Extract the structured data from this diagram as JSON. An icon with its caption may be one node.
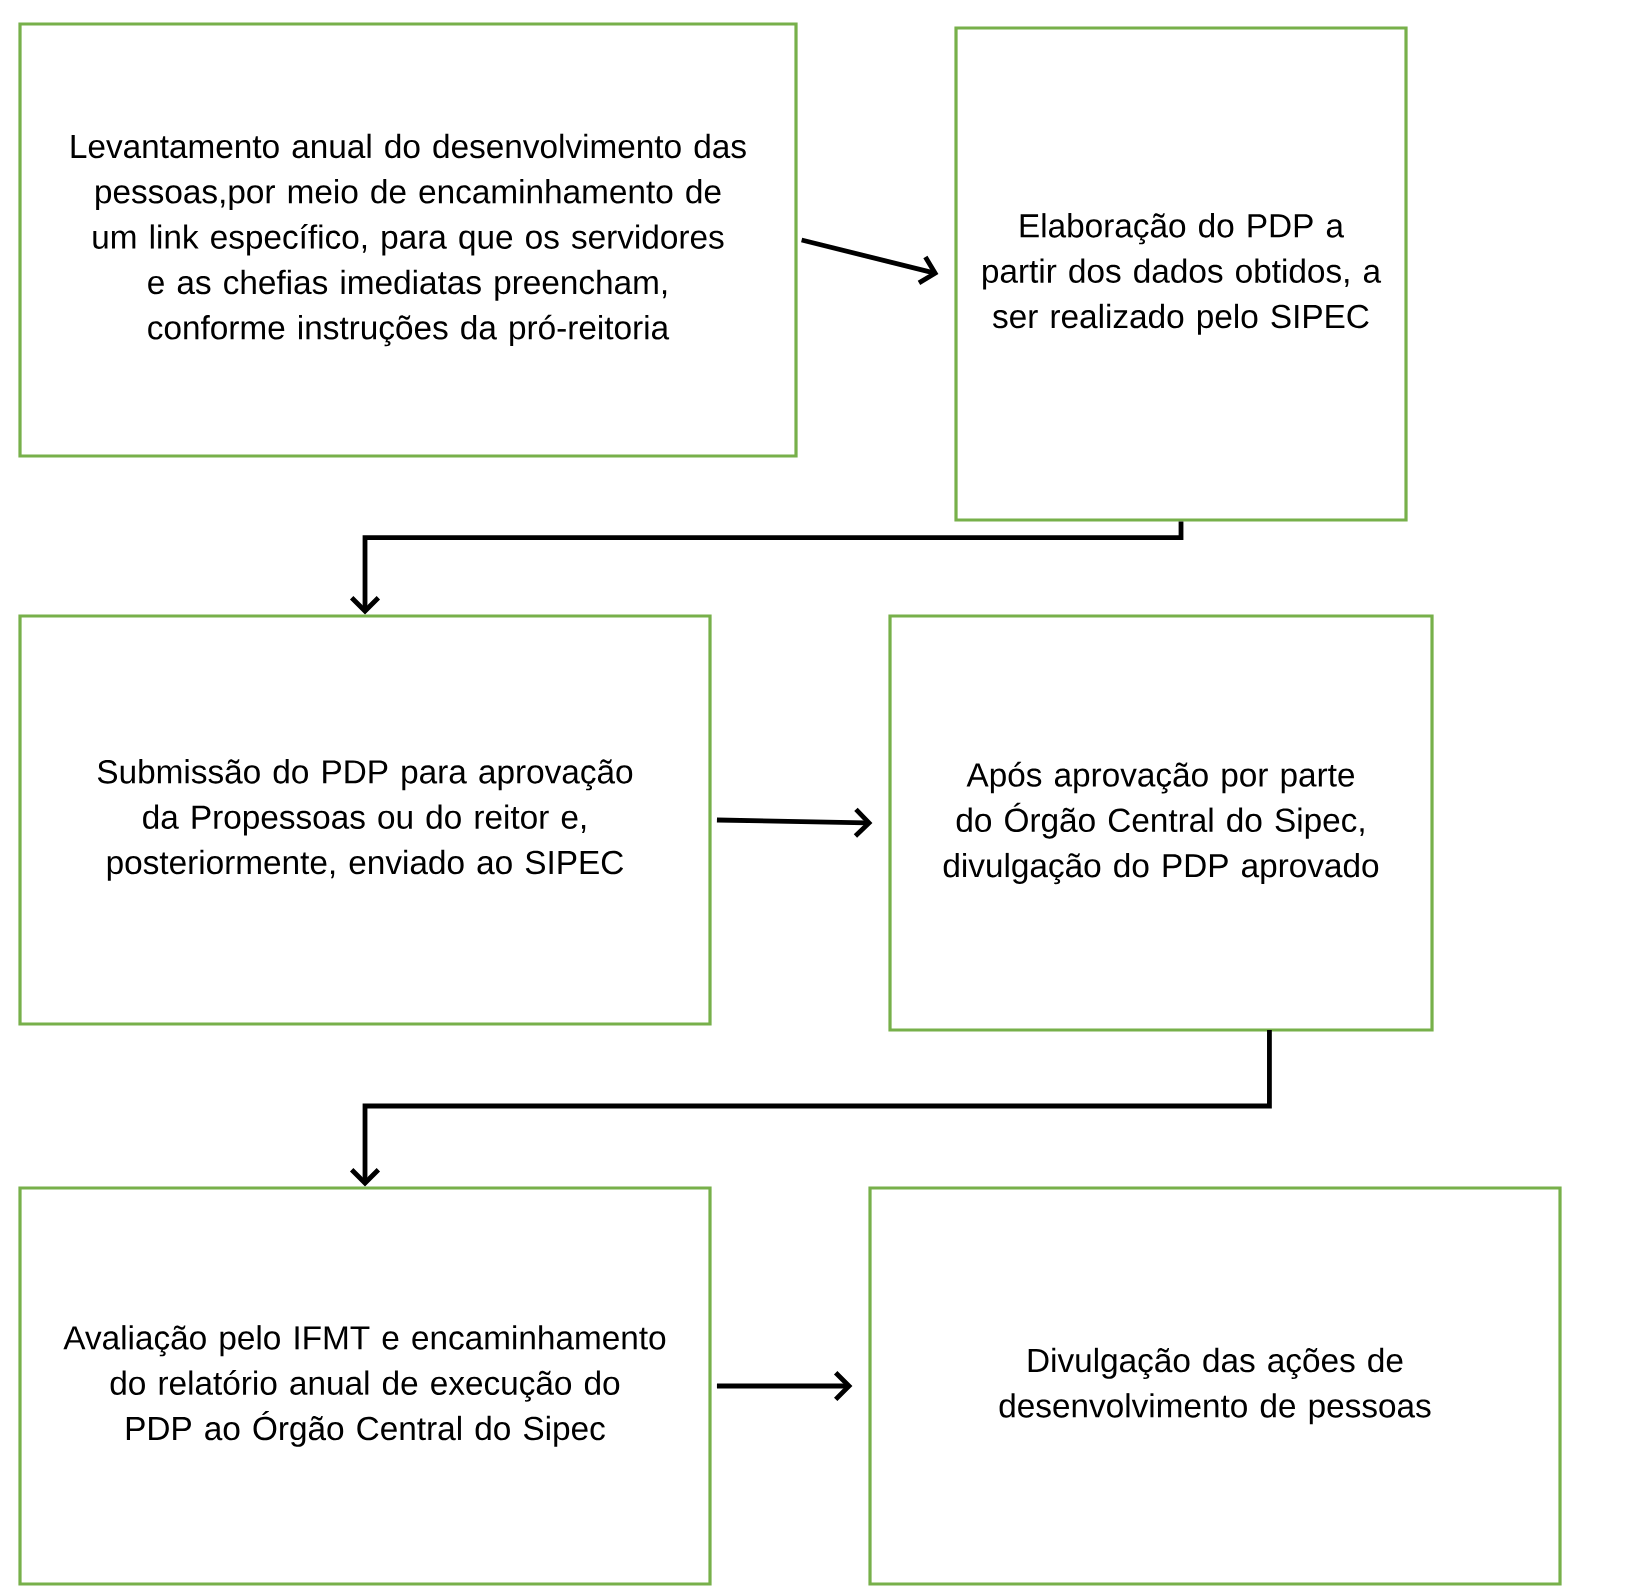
{
  "diagram": {
    "nodes": [
      {
        "text": [
          "Levantamento anual do desenvolvimento das pessoas,por meio de encaminhamento de um link específico, para que os servidores e as chefias imediatas preencham, conforme instruções da pró-reitoria"
        ]
      },
      {
        "text": [
          "Elaboração do PDP a partir dos dados obtidos, a ser realizado pelo SIPEC"
        ]
      },
      {
        "text": [
          "Submissão do PDP para aprovação da Propessoas ou do reitor e, posteriormente, enviado ao SIPEC"
        ]
      },
      {
        "text": [
          "Após aprovação por parte do Órgão Central do Sipec, divulgação do PDP aprovado"
        ]
      },
      {
        "text": [
          "Avaliação pelo IFMT e encaminhamento do relatório anual de execução do PDP ao Órgão Central do Sipec"
        ]
      },
      {
        "text": [
          "Divulgação das ações de desenvolvimento de pessoas"
        ]
      }
    ],
    "edges": [
      {
        "from": 0,
        "to": 1,
        "arrow": "to"
      },
      {
        "from": 1,
        "to": 2,
        "arrow": "to"
      },
      {
        "from": 2,
        "to": 3,
        "arrow": "to"
      },
      {
        "from": 3,
        "to": 4,
        "arrow": "to"
      },
      {
        "from": 4,
        "to": 5,
        "arrow": "to"
      }
    ]
  }
}
